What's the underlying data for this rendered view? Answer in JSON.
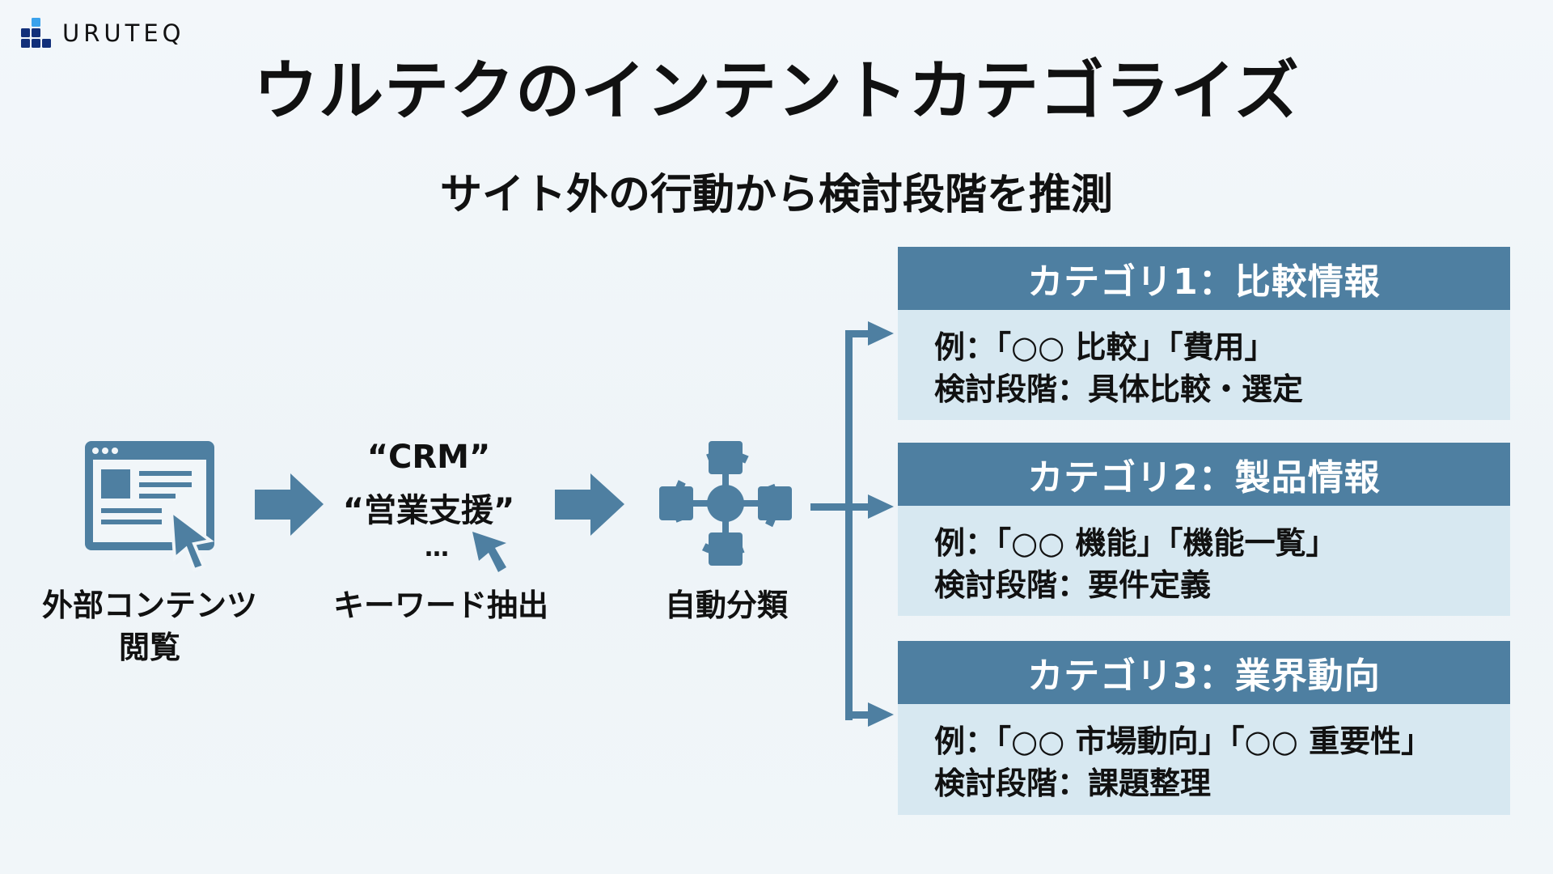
{
  "logo": {
    "text": "URUTEQ",
    "icon": "uruteq-blocks-logo"
  },
  "title": "ウルテクのインテントカテゴライズ",
  "subtitle": "サイト外の行動から検討段階を推測",
  "colors": {
    "accent": "#4e7fa1",
    "box_body": "#d7e8f1",
    "background": "#f1f6f9",
    "logo_dark": "#12307a",
    "logo_light": "#3aa2ec"
  },
  "flow": {
    "steps": [
      {
        "icon": "browser-cursor-icon",
        "label_line1": "外部コンテンツ",
        "label_line2": "閲覧"
      },
      {
        "icon": "keyword-cursor-icon",
        "keywords": [
          "“CRM”",
          "“営業支援”",
          "…"
        ],
        "label_line1": "キーワード抽出"
      },
      {
        "icon": "network-hub-icon",
        "label_line1": "自動分類"
      }
    ]
  },
  "categories": [
    {
      "title": "カテゴリ1：比較情報",
      "example": "例：「○○ 比較」「費用」",
      "stage": "検討段階：具体比較・選定"
    },
    {
      "title": "カテゴリ2：製品情報",
      "example": "例：「○○ 機能」「機能一覧」",
      "stage": "検討段階：要件定義"
    },
    {
      "title": "カテゴリ3：業界動向",
      "example": "例：「○○ 市場動向」「○○ 重要性」",
      "stage": "検討段階：課題整理"
    }
  ]
}
